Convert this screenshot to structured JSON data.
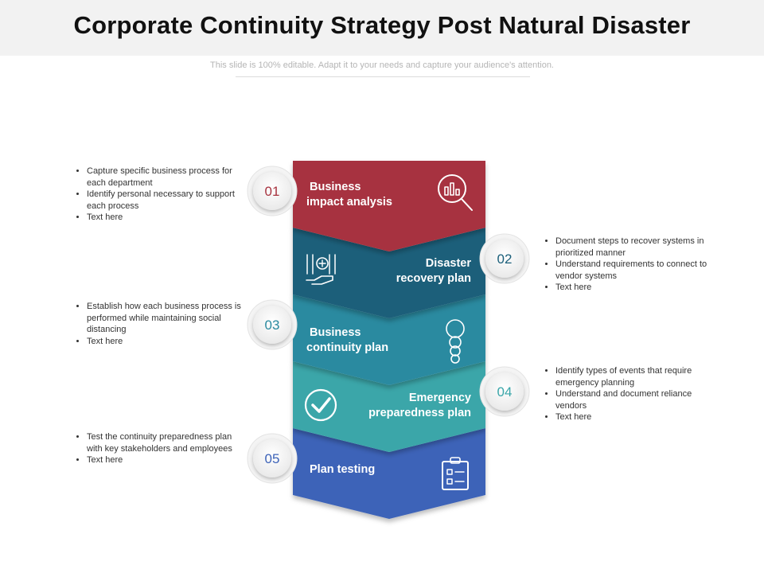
{
  "title": "Corporate Continuity Strategy Post Natural Disaster",
  "subtitle": "This slide is 100% editable. Adapt it to your needs and capture your audience's attention.",
  "steps": [
    {
      "number": "01",
      "label_lines": [
        "Business",
        "impact analysis"
      ],
      "color": "#a7333f",
      "icon": "chart-magnifier-icon",
      "bullets": [
        "Capture specific business process for each department",
        "Identify personal necessary to support each process",
        "Text here"
      ]
    },
    {
      "number": "02",
      "label_lines": [
        "Disaster",
        "recovery plan"
      ],
      "color": "#1b5f7a",
      "icon": "server-hand-icon",
      "bullets": [
        "Document steps to recover systems in prioritized manner",
        "Understand requirements to connect to vendor systems",
        "Text here"
      ]
    },
    {
      "number": "03",
      "label_lines": [
        "Business",
        "continuity plan"
      ],
      "color": "#2a8aa0",
      "icon": "stacked-circles-icon",
      "bullets": [
        "Establish how each business process is performed while maintaining social distancing",
        "Text here"
      ]
    },
    {
      "number": "04",
      "label_lines": [
        "Emergency",
        "preparedness plan"
      ],
      "color": "#3aa6a9",
      "icon": "check-circle-icon",
      "bullets": [
        "Identify types of events that require emergency planning",
        "Understand and document reliance vendors",
        "Text here"
      ]
    },
    {
      "number": "05",
      "label_lines": [
        "Plan testing"
      ],
      "color": "#3d63b8",
      "icon": "clipboard-checklist-icon",
      "bullets": [
        "Test the continuity preparedness plan with key stakeholders and employees",
        "Text here"
      ]
    }
  ]
}
